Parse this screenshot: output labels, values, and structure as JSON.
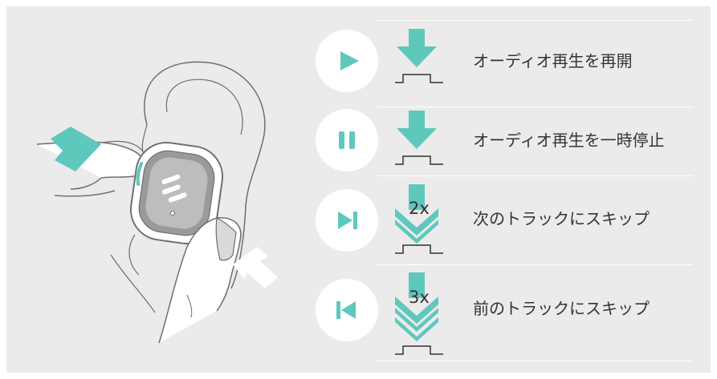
{
  "accent_color": "#5fc8bd",
  "rows": [
    {
      "icon": "play-icon",
      "press_count": "",
      "label": "オーディオ再生を再開"
    },
    {
      "icon": "pause-icon",
      "press_count": "",
      "label": "オーディオ再生を一時停止"
    },
    {
      "icon": "next-track-icon",
      "press_count": "2x",
      "label": "次のトラックにスキップ"
    },
    {
      "icon": "previous-track-icon",
      "press_count": "3x",
      "label": "前のトラックにスキップ"
    }
  ]
}
